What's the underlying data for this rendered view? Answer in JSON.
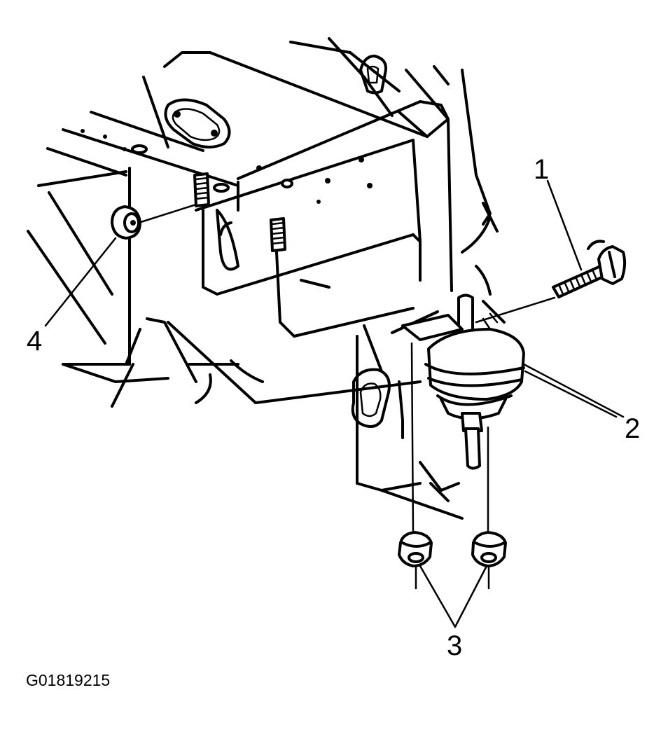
{
  "diagram": {
    "callouts": [
      {
        "id": "1",
        "label": "1"
      },
      {
        "id": "2",
        "label": "2"
      },
      {
        "id": "3",
        "label": "3"
      },
      {
        "id": "4",
        "label": "4"
      }
    ],
    "figure_id": "G01819215"
  }
}
